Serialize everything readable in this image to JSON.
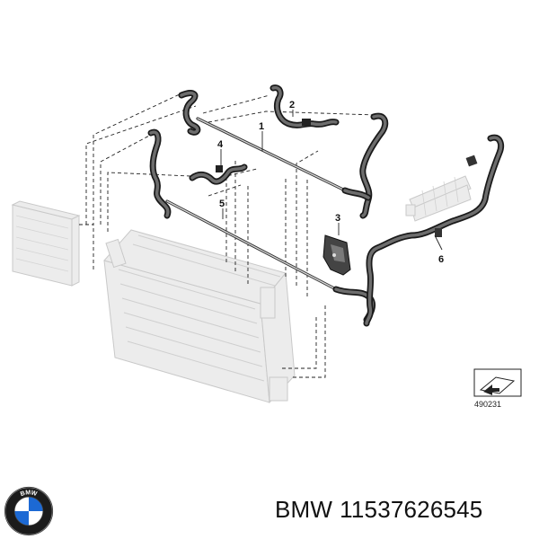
{
  "diagram": {
    "callouts": [
      "1",
      "2",
      "3",
      "4",
      "5",
      "6"
    ],
    "reference_code": "490231"
  },
  "caption": {
    "brand": "BMW",
    "part_number": "11537626545"
  },
  "logo": {
    "letters": "BMW",
    "colors": {
      "ring": "#1b1b1b",
      "blue": "#1c69d4",
      "white": "#ffffff"
    }
  },
  "icons": {
    "reference_icon": "page-arrow-icon",
    "logo": "bmw-roundel-logo"
  }
}
